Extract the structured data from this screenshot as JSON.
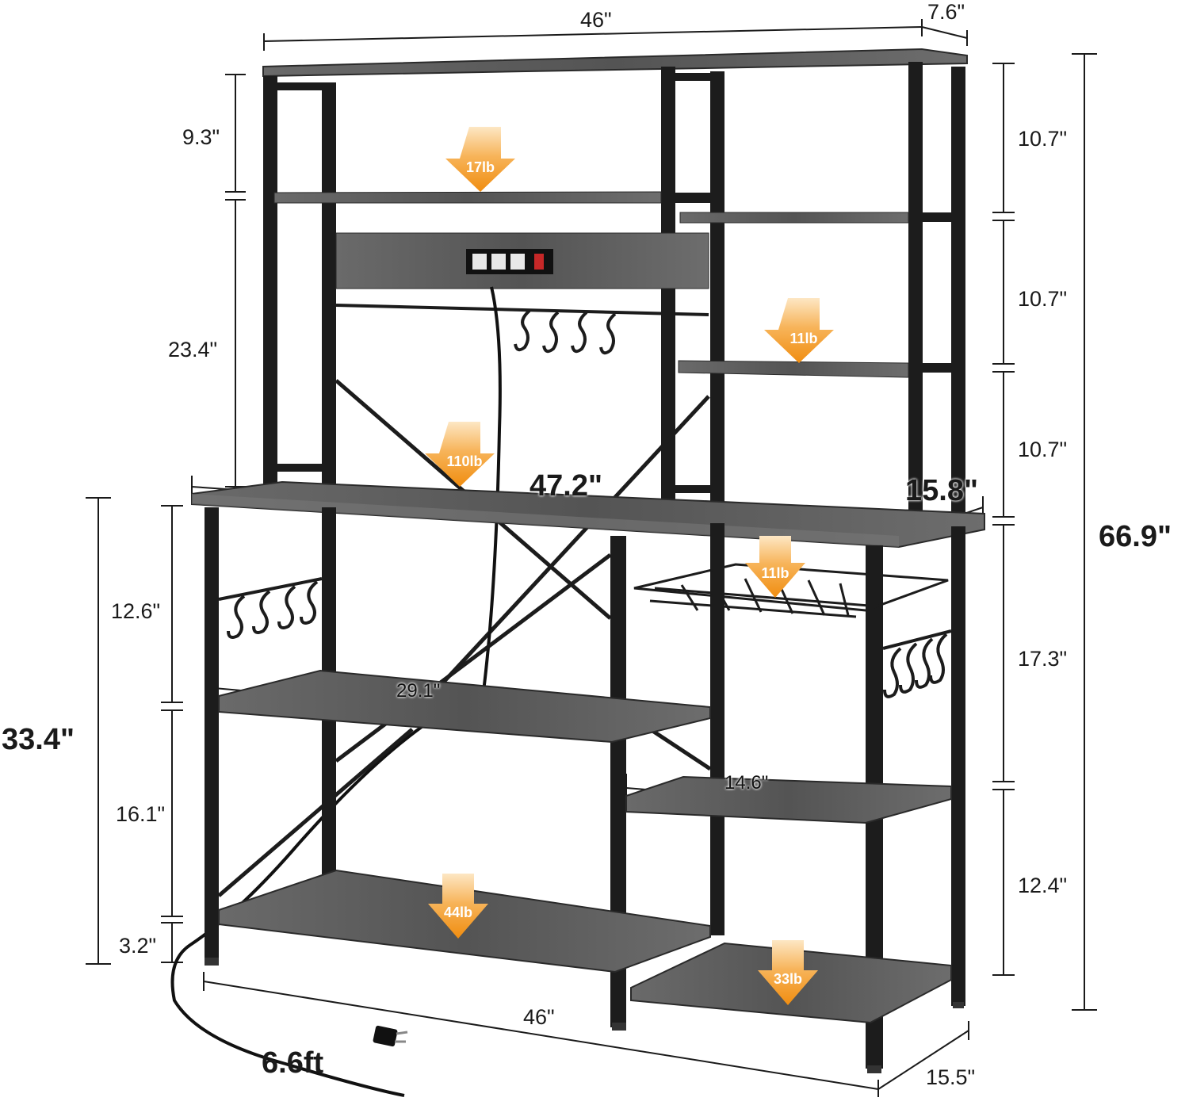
{
  "dimensions": {
    "top_width": "46\"",
    "top_depth": "7.6\"",
    "hutch_top_gap": "9.3\"",
    "hutch_lower_gap": "23.4\"",
    "right_top_1": "10.7\"",
    "right_top_2": "10.7\"",
    "right_top_3": "10.7\"",
    "desk_width": "47.2\"",
    "desk_depth": "15.8\"",
    "total_height": "66.9\"",
    "lower_1": "12.6\"",
    "lower_2": "16.1\"",
    "lower_3": "3.2\"",
    "lower_height": "33.4\"",
    "right_lower_1": "17.3\"",
    "right_lower_2": "12.4\"",
    "left_shelf_width": "29.1\"",
    "right_shelf_width": "14.6\"",
    "bottom_width": "46\"",
    "bottom_depth": "15.5\"",
    "cord_length": "6.6ft"
  },
  "load_ratings": {
    "top_shelf": "17lb",
    "right_shelf": "11lb",
    "desk": "110lb",
    "basket": "11lb",
    "bottom_left": "44lb",
    "bottom_right": "33lb"
  },
  "colors": {
    "frame": "#1c1c1c",
    "wood": "#5f5f5f",
    "arrow": "#f39a1e",
    "dim_line": "#1a1a1a"
  }
}
